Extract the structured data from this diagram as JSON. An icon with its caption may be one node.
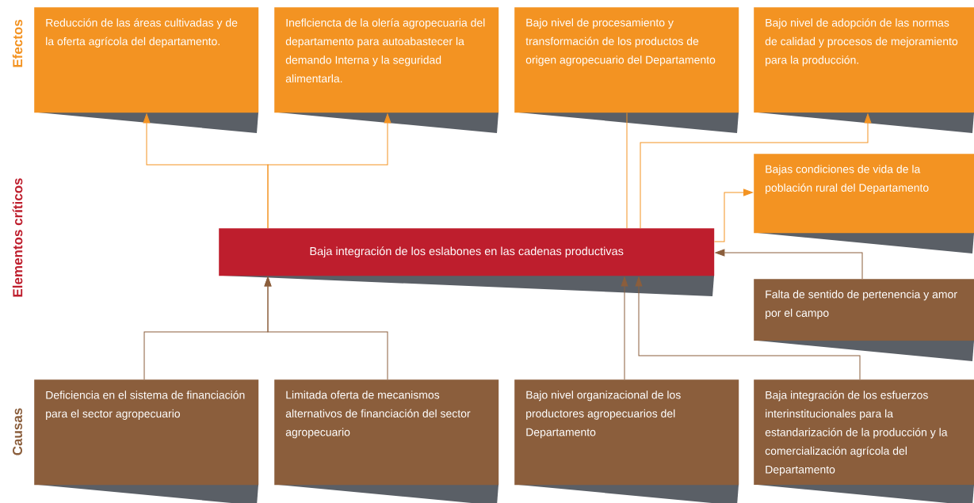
{
  "diagram": {
    "nodes": [
      {
        "text": [
          "Reducción de las áreas cultivadas y de la oferta agrícola del departamento."
        ]
      },
      {
        "text": [
          "Ineflciencta de la olería agropecuaria del departamento para autoabastecer la demando Interna y la seguridad alimentarla."
        ]
      },
      {
        "text": [
          "Bajo nivel de procesamiento y transformación de los productos de origen agropecuario del Departamento"
        ]
      },
      {
        "text": [
          "Bajo nivel de adopción de las normas de calidad y procesos de mejoramiento para la producción."
        ]
      },
      {
        "text": [
          "Bajas condiciones de vida de la población rural del Departamento"
        ]
      },
      {
        "text": [
          "Baja integración de los eslabones en las cadenas productivas"
        ]
      },
      {
        "text": [
          "Falta de sentido de pertenencia y amor por el campo"
        ]
      },
      {
        "text": [
          "Deficiencia en el sistema de financiación para el sector agropecuario"
        ]
      },
      {
        "text": [
          "Limitada oferta de mecanismos alternativos de financiación del sector agropecuario"
        ]
      },
      {
        "text": [
          "Bajo nivel organizacional de los productores agropecuarios del Departamento"
        ]
      },
      {
        "text": [
          "Baja integración de los esfuerzos interinstitucionales para la estandarización de la producción y la comercialización agrícola del Departamento"
        ]
      }
    ],
    "edges": [
      {
        "from": 5,
        "to": 0,
        "arrow": "to",
        "color": "#f39322"
      },
      {
        "from": 5,
        "to": 1,
        "arrow": "to",
        "color": "#f39322"
      },
      {
        "from": 5,
        "to": 2,
        "arrow": "none",
        "color": "#f39322"
      },
      {
        "from": 5,
        "to": 3,
        "arrow": "to",
        "color": "#f39322"
      },
      {
        "from": 5,
        "to": 4,
        "arrow": "to",
        "color": "#f39322"
      },
      {
        "from": 6,
        "to": 5,
        "arrow": "to",
        "color": "#8b5e3c"
      },
      {
        "from": 7,
        "to": 5,
        "arrow": "to",
        "color": "#8b5e3c"
      },
      {
        "from": 8,
        "to": 5,
        "arrow": "to",
        "color": "#8b5e3c"
      },
      {
        "from": 9,
        "to": 5,
        "arrow": "to",
        "color": "#8b5e3c"
      },
      {
        "from": 10,
        "to": 5,
        "arrow": "to",
        "color": "#8b5e3c"
      }
    ],
    "labels": [
      "Efectos",
      "Elementos críticos",
      "Causas"
    ]
  }
}
